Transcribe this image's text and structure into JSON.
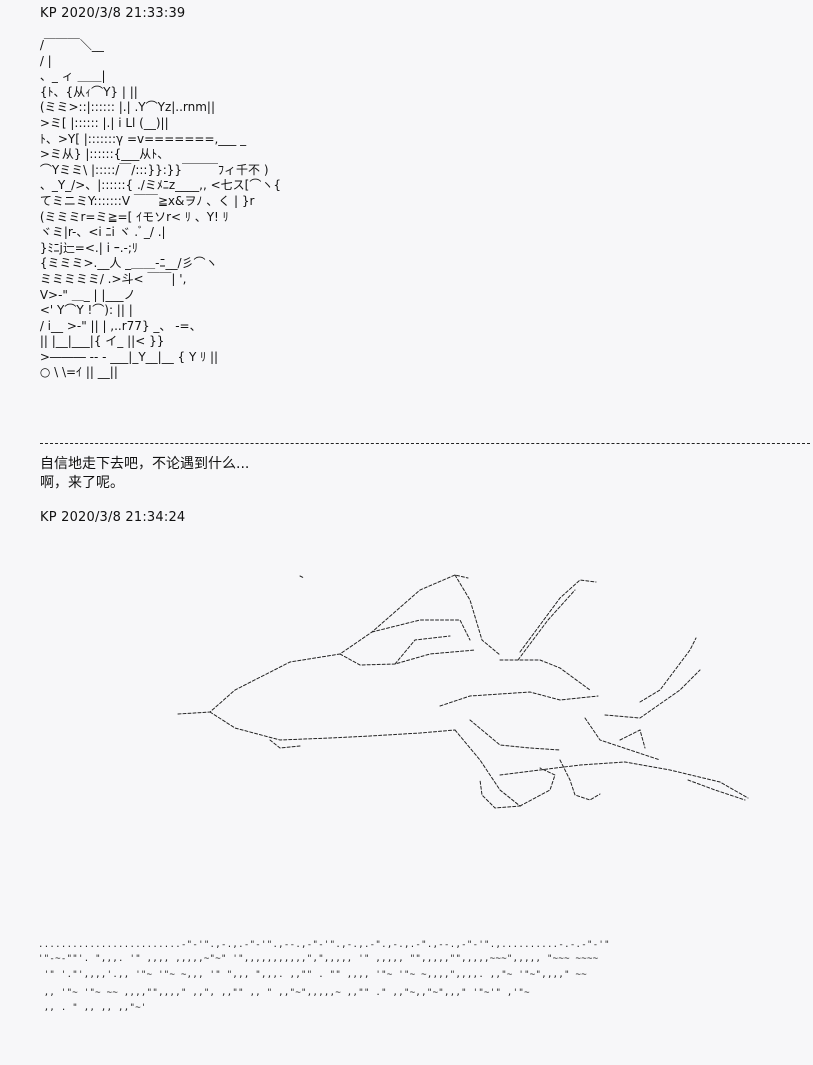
{
  "post1": {
    "header": "KP 2020/3/8 21:33:39",
    "art": " /￣￣￣＼__\n / |\n 、_ ィ ＿＿|\n {ﾄ、{从ｨ⌒Y} | ||\n (ミミ>::|:::::: |.| .Y⌒Yz|..rnm||\n >ミ[ |:::::: |.| i Ll (__)||\n ﾄ、>Y[ |:::::::γ =v=======,___ _\n >ミ从} |::::::{___从ﾄ、 \n ⌒Yミミ\\ |:::::/￣/:::}}:}}￣￣￣ﾌィ千不 )\n 、_Y_/>、|::::::{ ./ミﾒﾆz____,, <七ス[⌒ヽ{\n てミニミY:::::::V ￣￣≧x&ヲﾉ 、く | }r\n (ミミミr=ミ≧=[ ｲモソr< ﾘ 、Y! ﾘ\n ヾミ|r-、<i ﾆi ヾ .ﾞ_/ .|\n }ﾐﾆj辷=<.| i ｰ.-;ﾘ\n {ミミミ>.__人 _＿＿-ﾆ__/彡⌒ヽ\n ミミミミミ/ .>斗< ￣￣| ',\n V>-\" ＿_ | |___ノ\n <' Y⌒Y !⌒): || |\n / i__ >-\" || | ,..r77} _、 -=、\n || |__|___|{ イ_ ||< }}\n >――― -- - ___|_Y__|__ { Y ﾘ ||\n ○ \\ \\=ｲ || __||"
  },
  "post2": {
    "lines": [
      "自信地走下去吧，不论遇到什么...",
      "啊，来了呢。"
    ]
  },
  "post3": {
    "header": "KP 2020/3/8 21:34:24",
    "strip": [
      ".........................-\"-'\".,-.,.-\"-'\".,--.,-\"-'\".,-.,.-\".,-.,.-\".,--.,-\"-'\".,..........-.-.-\"-'\"",
      "'\"-~-\"\"'. \",,,. '\" ,,,, ,,,,,~\"~\" '\",,,,,,,,,,,\",\",,,,, '\" ,,,,, \"\",,,,,\"\",,,,,~~~\",,,,, \"~~~ ~~~~",
      " '\" '.\"',,,,'.,, '\"~ '\"~ ~,,, '\" \",,, \",,,. ,,\"\" . \"\" ,,,, '\"~ '\"~ ~,,,,\",,,,. ,,\"~ '\"~\",,,,\" ~~",
      " ,, '\"~ '\"~ ~~ ,,,,\"\",,,,\" ,,\", ,,\"\" ,, \" ,,\"~\",,,,,~ ,,\"\" .\" ,,\"~,,\"~\",,,\" '\"~'\" ,'\"~",
      " ,, . \" ,, ,, ,,\"~'"
    ]
  }
}
